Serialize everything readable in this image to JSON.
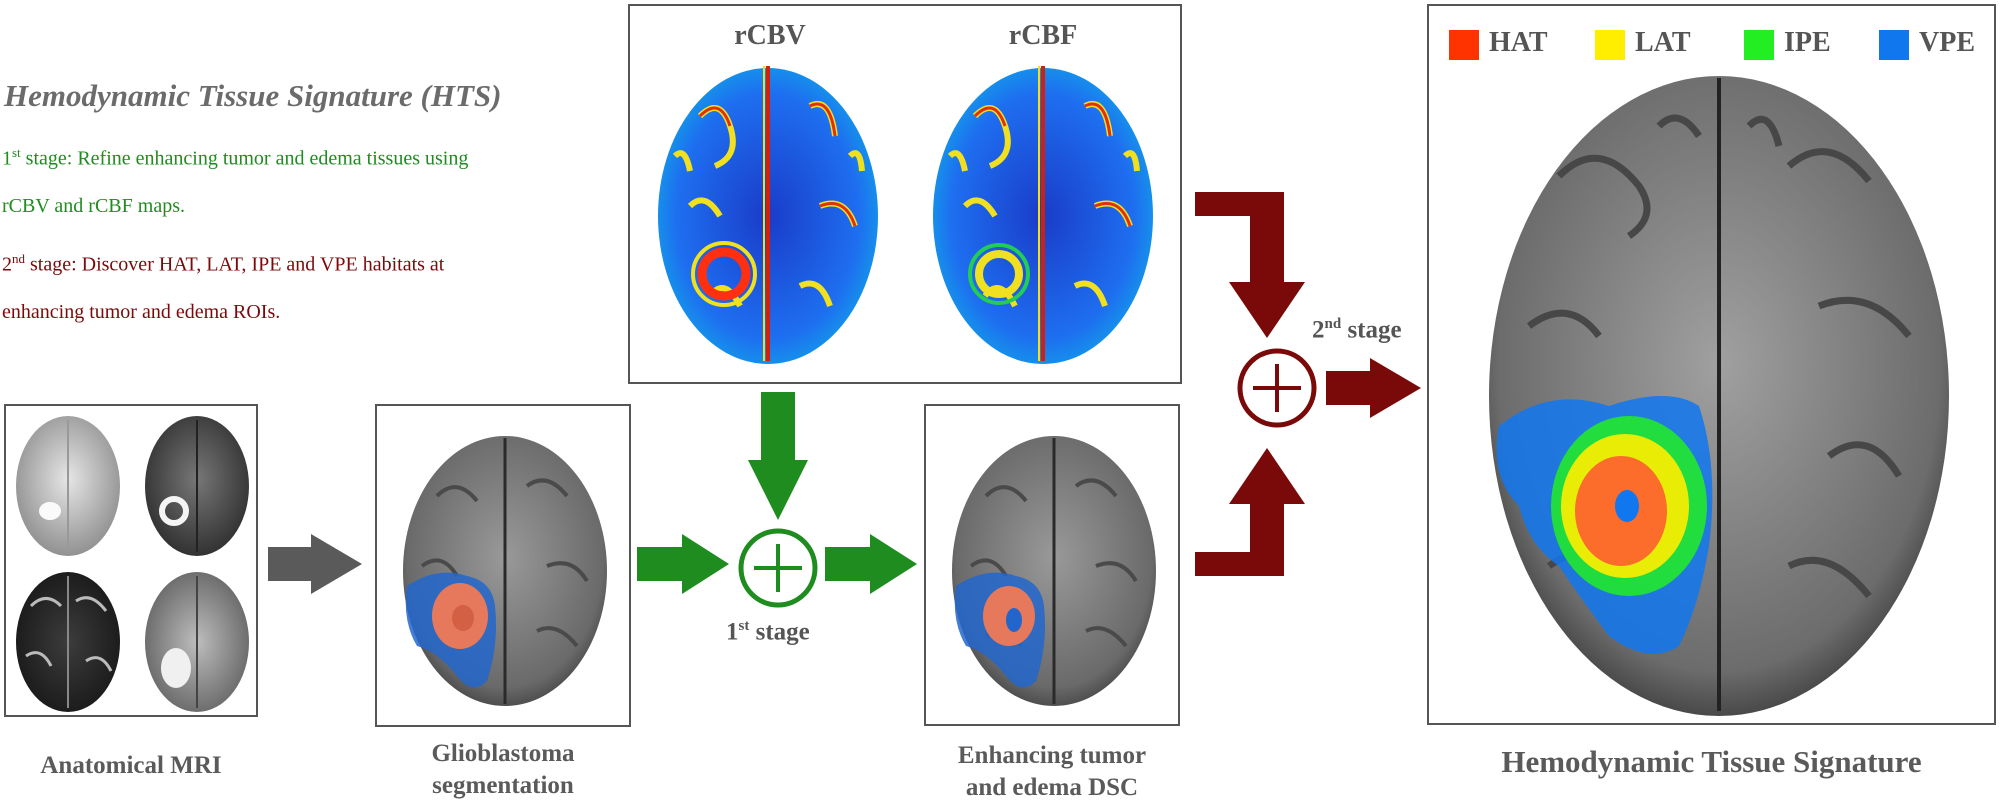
{
  "description": {
    "title": "Hemodynamic Tissue Signature (HTS)",
    "stage1_sup": "st",
    "stage1_line1": " stage: Refine enhancing tumor and edema tissues using",
    "stage1_line2": "rCBV and rCBF maps.",
    "stage2_sup": "nd",
    "stage2_line1": " stage: Discover HAT, LAT, IPE and VPE habitats at",
    "stage2_line2": "enhancing tumor and edema ROIs."
  },
  "perfusion": {
    "rcbv_label": "rCBV",
    "rcbf_label": "rCBF"
  },
  "captions": {
    "anatomical": "Anatomical MRI",
    "segmentation_1": "Glioblastoma",
    "segmentation_2": "segmentation",
    "enhancing_1": "Enhancing tumor",
    "enhancing_2": "and edema DSC",
    "hts": "Hemodynamic Tissue Signature"
  },
  "stages": {
    "first_num": "1",
    "first_sup": "st",
    "first_text": " stage",
    "second_num": "2",
    "second_sup": "nd",
    "second_text": " stage"
  },
  "legend": [
    {
      "label": "HAT",
      "color": "#ff3300"
    },
    {
      "label": "LAT",
      "color": "#ffee00"
    },
    {
      "label": "IPE",
      "color": "#22ee22"
    },
    {
      "label": "VPE",
      "color": "#1177ee"
    }
  ],
  "colors": {
    "green_arrow": "#1e8c1e",
    "maroon_arrow": "#7a0a0a",
    "gray_arrow": "#5a5a5a"
  }
}
